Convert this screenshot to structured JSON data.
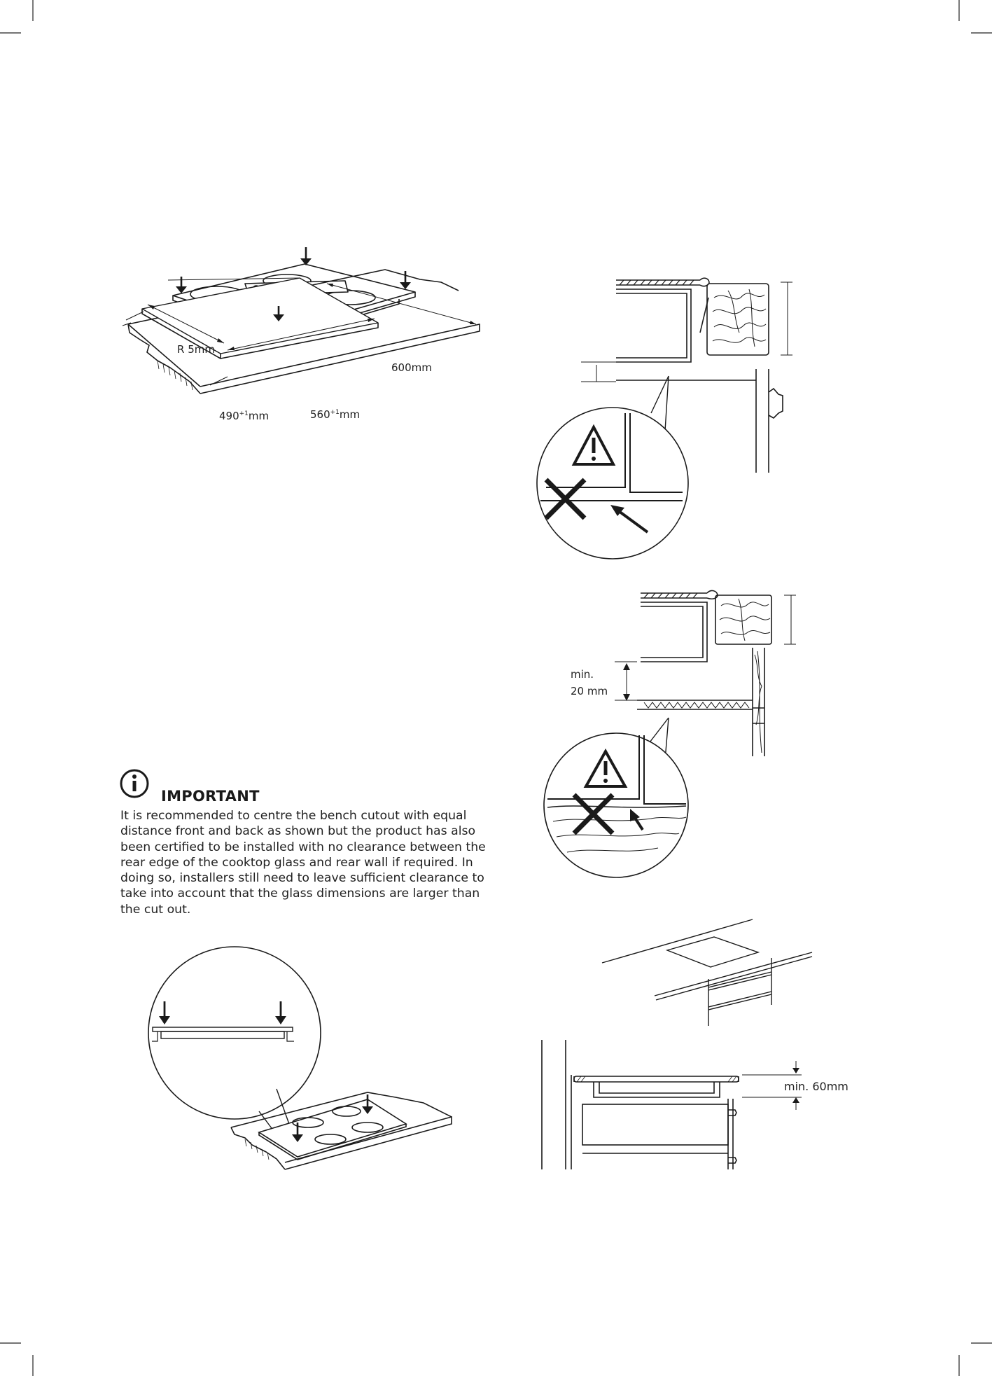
{
  "labels": {
    "radius": "R 5mm",
    "depth": "600mm",
    "cut_width": "490",
    "cut_length": "560",
    "tolerance": "+1",
    "unit": "mm",
    "min": "min.",
    "min_gap": "20 mm",
    "min_height": "min. 60mm"
  },
  "important": {
    "heading": "IMPORTANT",
    "body": "It is recommended to centre the bench cutout with equal distance front and back as shown but the product has also been certified to be installed with no clearance between the rear edge of the cooktop glass and rear wall if required. In doing so, installers still need to leave sufficient clearance to take into account that the glass dimensions are larger than the cut out.",
    "icon": "info-icon"
  },
  "icons": [
    "warning-triangle-icon",
    "cross-icon",
    "arrow-icon",
    "info-icon"
  ],
  "colors": {
    "ink": "#1a1a1a",
    "paper": "#ffffff"
  }
}
